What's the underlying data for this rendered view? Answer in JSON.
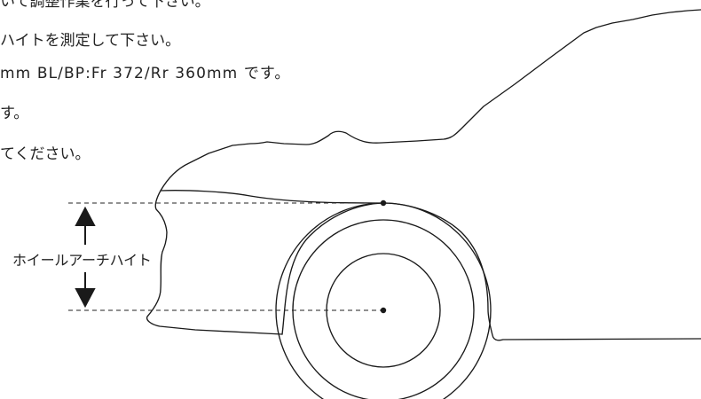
{
  "instructions": {
    "line_1": "いて調整作業を行って下さい。",
    "line_2": "ハイトを測定して下さい。",
    "line_3": "mm BL/BP:Fr 372/Rr 360mm です。",
    "line_4": "す。",
    "line_5": "てください。"
  },
  "diagram": {
    "dimension_label": "ホイールアーチハイト",
    "line_color": "#1a1a1a",
    "dash_color": "#222222",
    "icons": {
      "up_arrow": "arrow-up-icon",
      "down_arrow": "arrow-down-icon",
      "top_point": "arch-top-dot-icon",
      "center_point": "wheel-center-dot-icon"
    }
  }
}
